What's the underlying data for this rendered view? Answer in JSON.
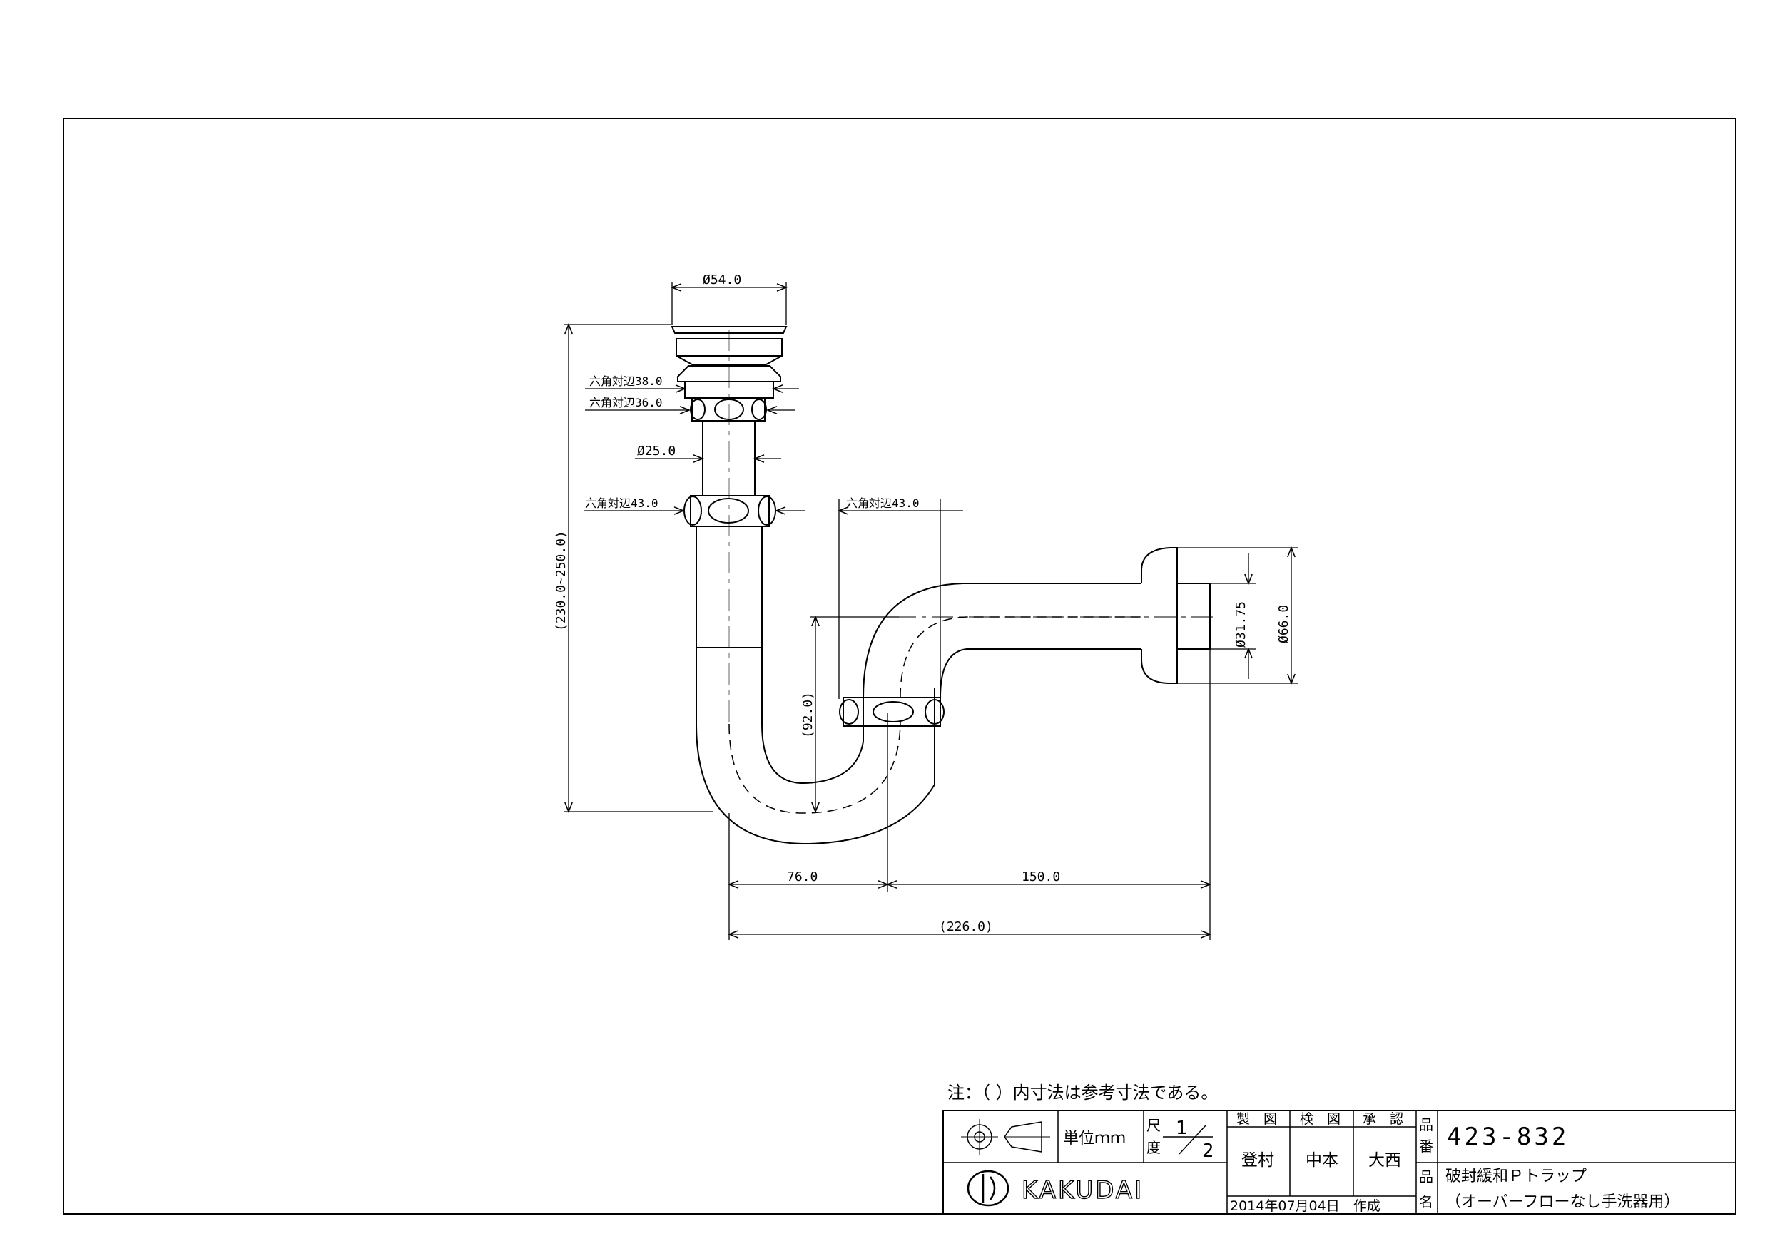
{
  "dimensions": {
    "top_diameter": "Ø54.0",
    "hex1": "六角対辺38.0",
    "hex2": "六角対辺36.0",
    "pipe_diameter": "Ø25.0",
    "hex3": "六角対辺43.0",
    "hex4": "六角対辺43.0",
    "overall_height": "(230.0~250.0)",
    "trap_depth": "(92.0)",
    "outlet_inner": "Ø31.75",
    "flange_diameter": "Ø66.0",
    "horizontal_1": "76.0",
    "horizontal_2": "150.0",
    "overall_width": "(226.0)"
  },
  "note": "注：（  ）内寸法は参考寸法である。",
  "title_block": {
    "unit": "単位ｍｍ",
    "scale_label_1": "尺",
    "scale_label_2": "度",
    "scale_num": "1",
    "scale_den": "2",
    "header_made": "製　図",
    "header_checked": "検　図",
    "header_approved": "承　認",
    "name_made": "登村",
    "name_checked": "中本",
    "name_approved": "大西",
    "part_no_label_1": "品",
    "part_no_label_2": "番",
    "part_no": "423-832",
    "part_name_label_1": "品",
    "part_name_label_2": "名",
    "part_name_1": "破封緩和Ｐトラップ",
    "part_name_2": "（オーバーフローなし手洗器用）",
    "date": "2014年07月04日　作成",
    "brand": "KAKUDAI"
  },
  "colors": {
    "line": "#000000",
    "paper": "#ffffff"
  }
}
